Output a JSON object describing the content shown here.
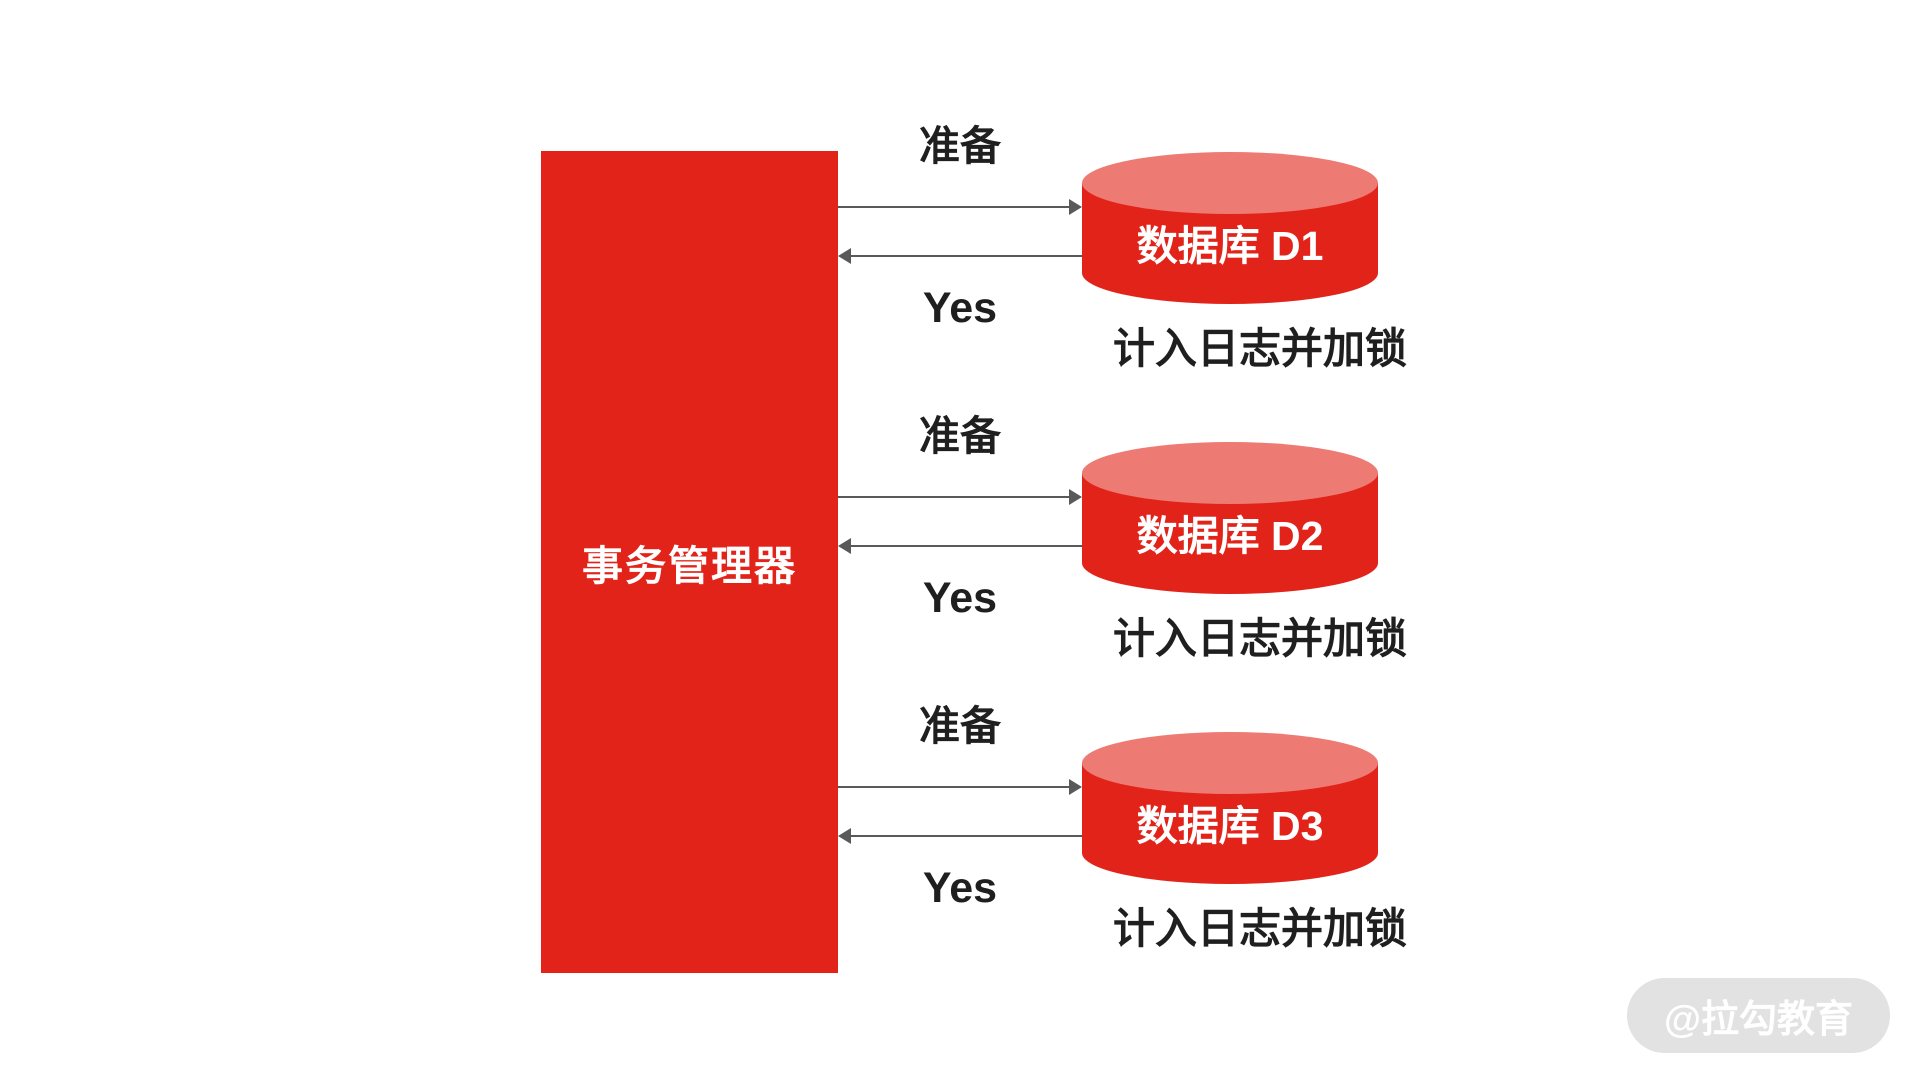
{
  "diagram": {
    "manager": {
      "label": "事务管理器"
    },
    "groups": [
      {
        "request": "准备",
        "response": "Yes",
        "database": "数据库 D1",
        "note": "计入日志并加锁"
      },
      {
        "request": "准备",
        "response": "Yes",
        "database": "数据库 D2",
        "note": "计入日志并加锁"
      },
      {
        "request": "准备",
        "response": "Yes",
        "database": "数据库 D3",
        "note": "计入日志并加锁"
      }
    ],
    "watermark": {
      "label": "@拉勾教育"
    },
    "colors": {
      "brand_red": "#e2231a",
      "cyl_top": "#ed7a73",
      "arrow": "#595959",
      "text": "#1f1f1f",
      "watermark_bg": "#e2e2e2",
      "bg": "#ffffff"
    }
  }
}
